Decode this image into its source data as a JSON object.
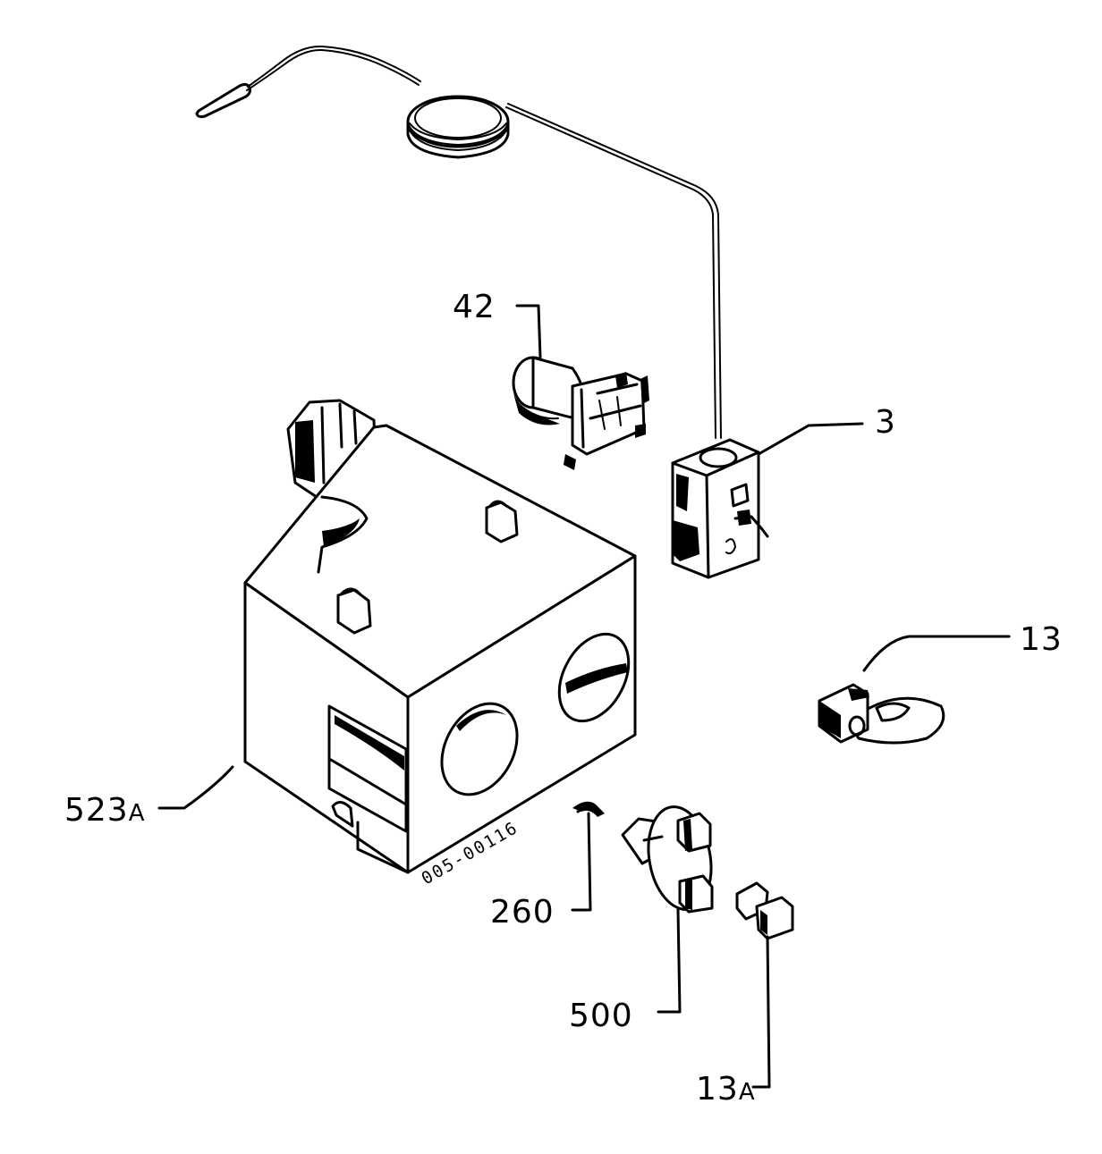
{
  "diagram": {
    "drawing_code": "005-00116",
    "callouts": {
      "p42": {
        "num": "42",
        "suffix": ""
      },
      "p3": {
        "num": "3",
        "suffix": ""
      },
      "p13": {
        "num": "13",
        "suffix": ""
      },
      "p523a": {
        "num": "523",
        "suffix": "A"
      },
      "p260": {
        "num": "260",
        "suffix": ""
      },
      "p500": {
        "num": "500",
        "suffix": ""
      },
      "p13a": {
        "num": "13",
        "suffix": "A"
      }
    }
  }
}
